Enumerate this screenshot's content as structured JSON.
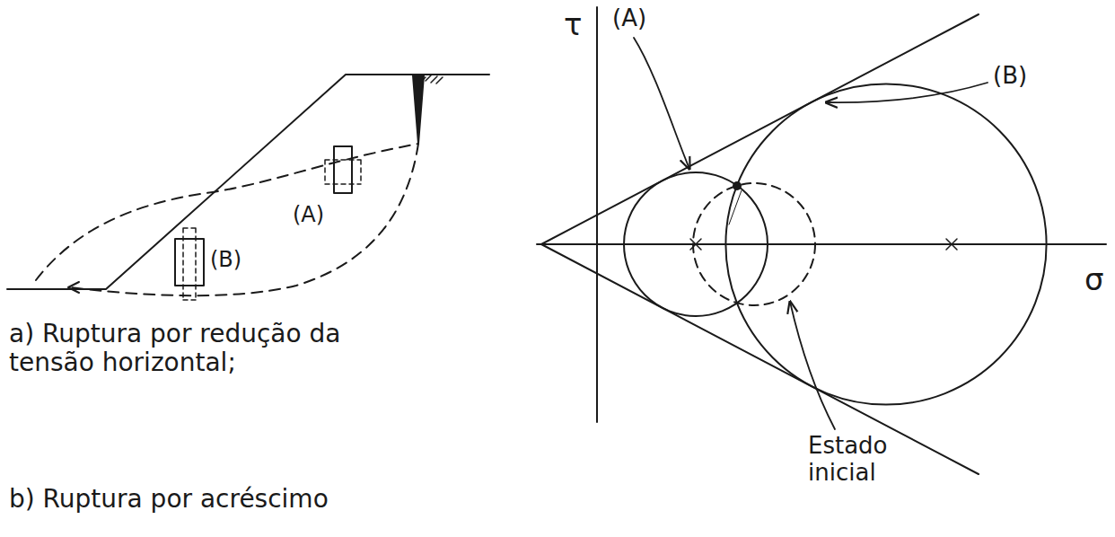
{
  "diagram": {
    "labels": [
      "(A)",
      "(B)",
      "τ",
      "σ",
      "(A)",
      "(B)",
      "Estado inicial",
      "a) Ruptura por redução da tensão horizontal;",
      "b) Ruptura por acréscimo"
    ]
  }
}
